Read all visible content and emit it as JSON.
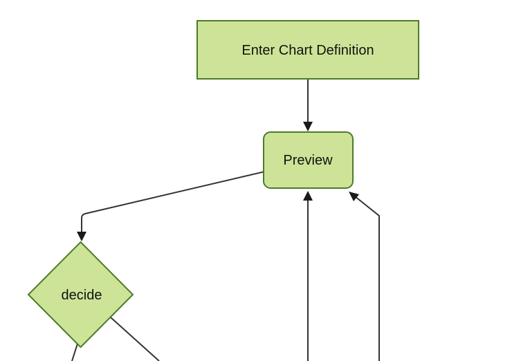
{
  "diagram": {
    "kind": "flowchart",
    "direction": "top-down",
    "nodes": [
      {
        "id": "enter-chart-definition",
        "label": "Enter Chart Definition",
        "shape": "rectangle"
      },
      {
        "id": "preview",
        "label": "Preview",
        "shape": "rounded-rectangle"
      },
      {
        "id": "decide",
        "label": "decide",
        "shape": "diamond"
      }
    ],
    "edges": [
      {
        "from": "enter-chart-definition",
        "to": "preview",
        "arrow": "down",
        "label": ""
      },
      {
        "from": "preview",
        "to": "decide",
        "arrow": "down",
        "label": ""
      },
      {
        "from": "offscreen-bottom-left",
        "to": "preview",
        "arrow": "up",
        "label": ""
      },
      {
        "from": "offscreen-bottom-right",
        "to": "preview",
        "arrow": "up-left",
        "label": ""
      },
      {
        "from": "decide",
        "to": "offscreen-bottom",
        "arrow": "none-visible",
        "label": ""
      },
      {
        "from": "decide",
        "to": "offscreen-bottom-right",
        "arrow": "none-visible",
        "label": ""
      }
    ]
  },
  "colors": {
    "node_fill": "#cde498",
    "node_border": "#4d7a27",
    "edge_line": "#333333",
    "arrowhead": "#1a1a1a",
    "label_text": "#111111",
    "background": "#ffffff"
  }
}
